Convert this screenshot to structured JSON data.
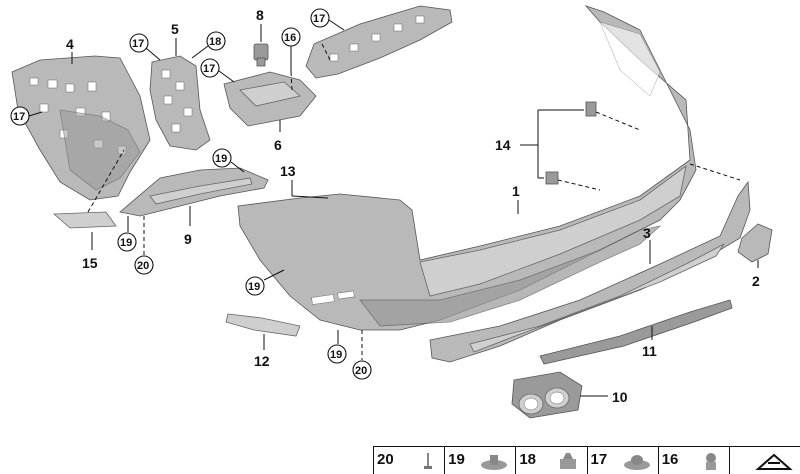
{
  "callouts": [
    "1",
    "2",
    "3",
    "4",
    "5",
    "6",
    "8",
    "9",
    "10",
    "11",
    "12",
    "13",
    "14",
    "15",
    "16",
    "17",
    "18",
    "19",
    "20"
  ],
  "circled": {
    "c17": "17",
    "c18": "18",
    "c19": "19",
    "c20": "20",
    "c16": "16"
  },
  "legend": [
    {
      "num": "20",
      "icon": "pin-clip-icon"
    },
    {
      "num": "19",
      "icon": "push-rivet-icon"
    },
    {
      "num": "18",
      "icon": "expansion-nut-icon"
    },
    {
      "num": "17",
      "icon": "spreader-nut-icon"
    },
    {
      "num": "16",
      "icon": "clip-icon"
    },
    {
      "num": "",
      "icon": "arrow-corner-icon"
    }
  ]
}
